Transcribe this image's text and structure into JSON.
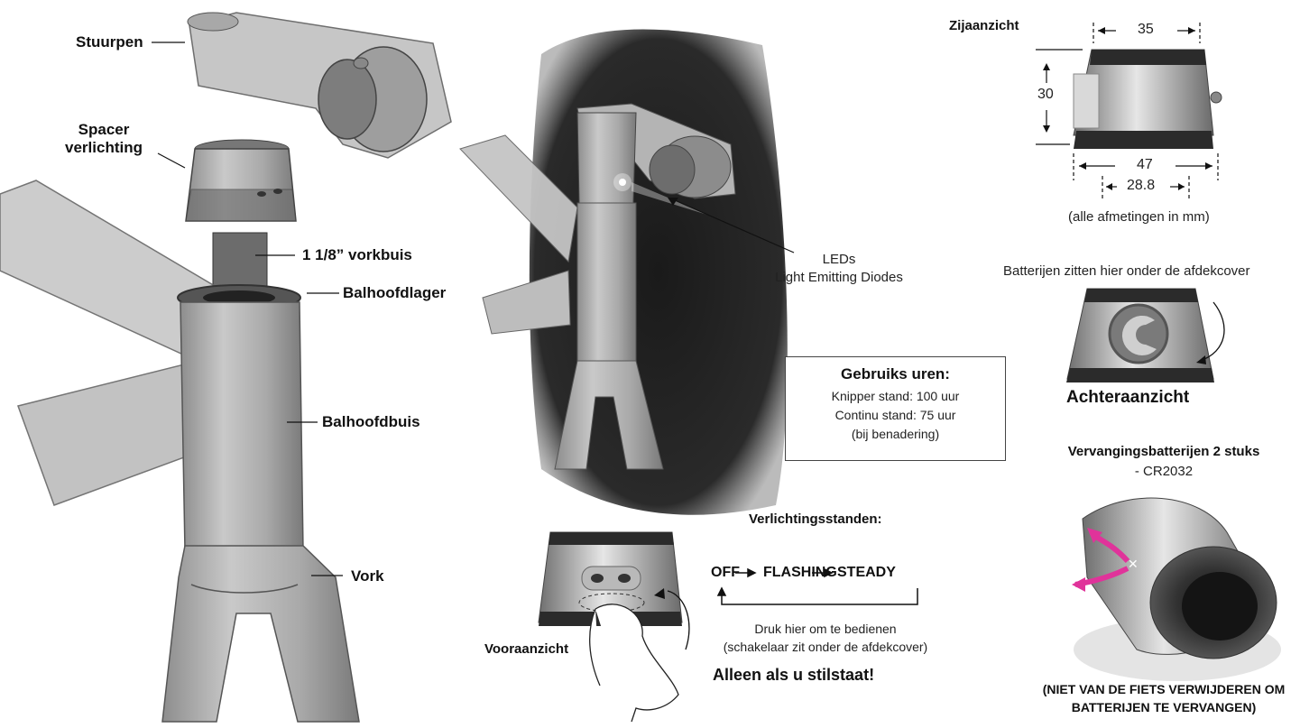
{
  "labels": {
    "stuurpen": "Stuurpen",
    "spacer_line1": "Spacer",
    "spacer_line2": "verlichting",
    "vorkbuis": "1 1/8” vorkbuis",
    "balhoofdlager": "Balhoofdlager",
    "balhoofdbuis": "Balhoofdbuis",
    "vork": "Vork",
    "leds_line1": "LEDs",
    "leds_line2": "Light Emitting Diodes"
  },
  "side_view": {
    "title": "Zijaanzicht",
    "dim_top": "35",
    "dim_height": "30",
    "dim_bottom": "47",
    "dim_inner": "28.8",
    "note": "(alle afmetingen in mm)"
  },
  "back_view": {
    "caption_top": "Batterijen zitten hier onder de afdekcover",
    "title": "Achteraanzicht"
  },
  "usage": {
    "title": "Gebruiks uren:",
    "lines": [
      "Knipper stand: 100 uur",
      "Continu stand: 75 uur",
      "(bij benadering)"
    ]
  },
  "modes": {
    "title": "Verlichtingsstanden:",
    "off": "OFF",
    "flashing": "FLASHING",
    "steady": "STEADY",
    "press_line1": "Druk hier om te bedienen",
    "press_line2": "(schakelaar zit onder de afdekcover)",
    "warning": "Alleen als u stilstaat!"
  },
  "front_view": {
    "title": "Vooraanzicht"
  },
  "battery": {
    "title": "Vervangingsbatterijen 2 stuks",
    "model": "- CR2032",
    "warning_line1": "(NIET VAN DE FIETS VERWIJDEREN OM",
    "warning_line2": "BATTERIJEN TE VERVANGEN)"
  },
  "colors": {
    "metal": "#9a9a9a",
    "band": "#2b2b2b",
    "shadow": "#1e1e1e",
    "arrow_pink": "#e0339a"
  }
}
